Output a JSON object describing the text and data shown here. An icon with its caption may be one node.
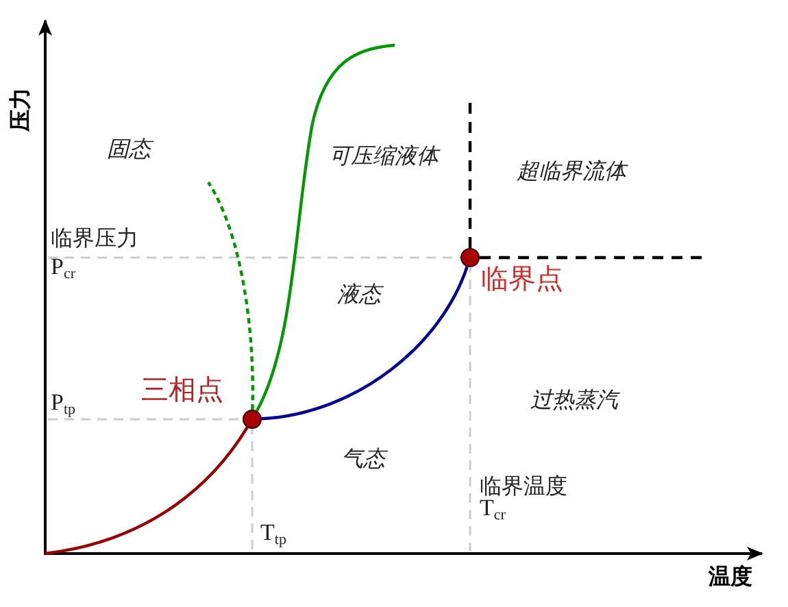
{
  "diagram": {
    "nodes": [
      {
        "text": [],
        "shape": "circle",
        "beside": [
          "三相点"
        ]
      },
      {
        "text": [],
        "shape": "circle",
        "beside": [
          "临界点"
        ]
      }
    ],
    "edges": [
      {
        "from": null,
        "to": 0,
        "arrow": "none",
        "color": "#990000"
      },
      {
        "from": 0,
        "to": null,
        "arrow": "none",
        "color": "#009900"
      },
      {
        "from": 0,
        "to": null,
        "arrow": "none",
        "style": "dashed",
        "color": "#009900"
      },
      {
        "from": 0,
        "to": 1,
        "arrow": "none",
        "color": "#000099"
      },
      {
        "from": 1,
        "to": null,
        "arrow": "none",
        "style": "dashed",
        "color": "#000000"
      },
      {
        "from": 1,
        "to": null,
        "arrow": "none",
        "style": "dashed",
        "color": "#000000"
      }
    ],
    "labels": [
      "压力",
      "固态",
      "可压缩液体",
      "超临界流体",
      "临界压力",
      "P$_{cr}$",
      "液态",
      "P$_{tp}$",
      "过热蒸汽",
      "气态",
      "临界温度",
      "T$_{cr}$",
      "T$_{tp}$",
      "温度"
    ]
  }
}
